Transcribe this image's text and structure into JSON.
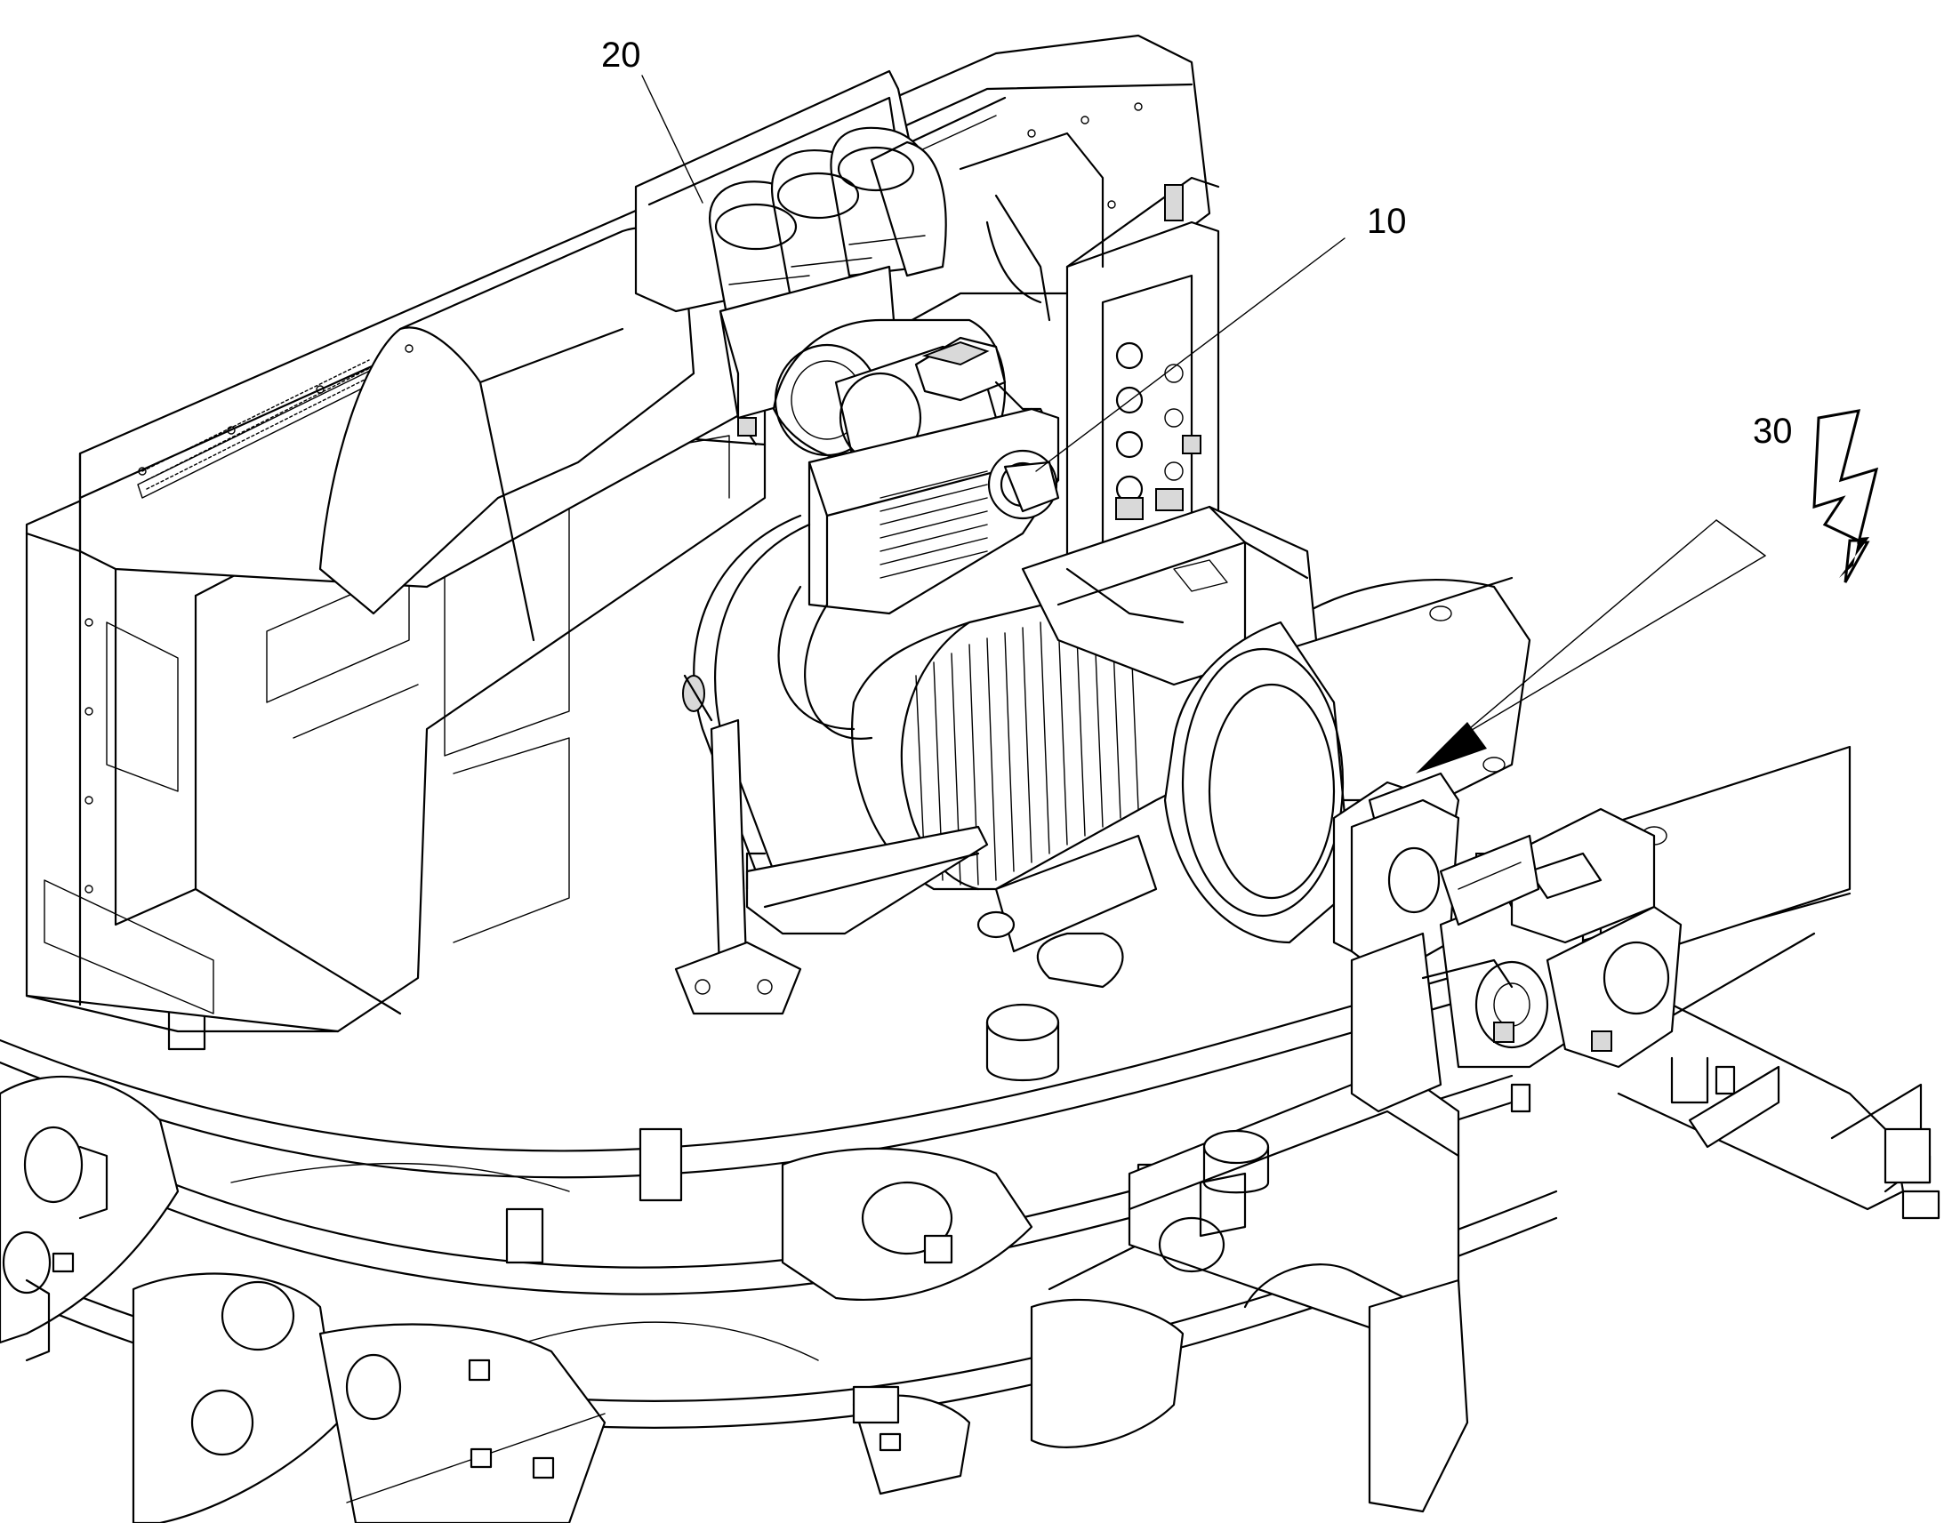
{
  "labels": {
    "motor": "10",
    "blower": "20",
    "power": "30"
  }
}
